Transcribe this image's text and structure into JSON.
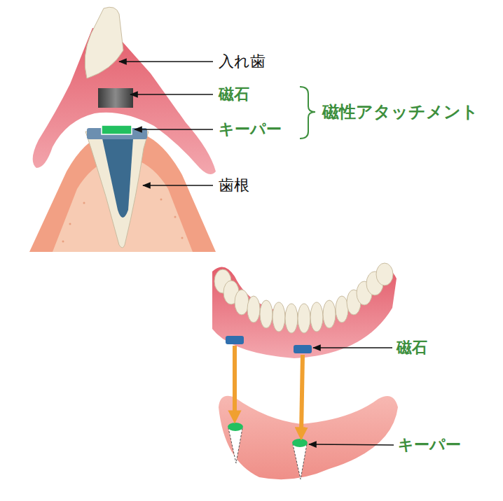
{
  "diagram": {
    "labels": [
      "入れ歯",
      "磁石",
      "キーパー",
      "磁性アタッチメント",
      "歯根",
      "磁石",
      "キーパー"
    ]
  }
}
